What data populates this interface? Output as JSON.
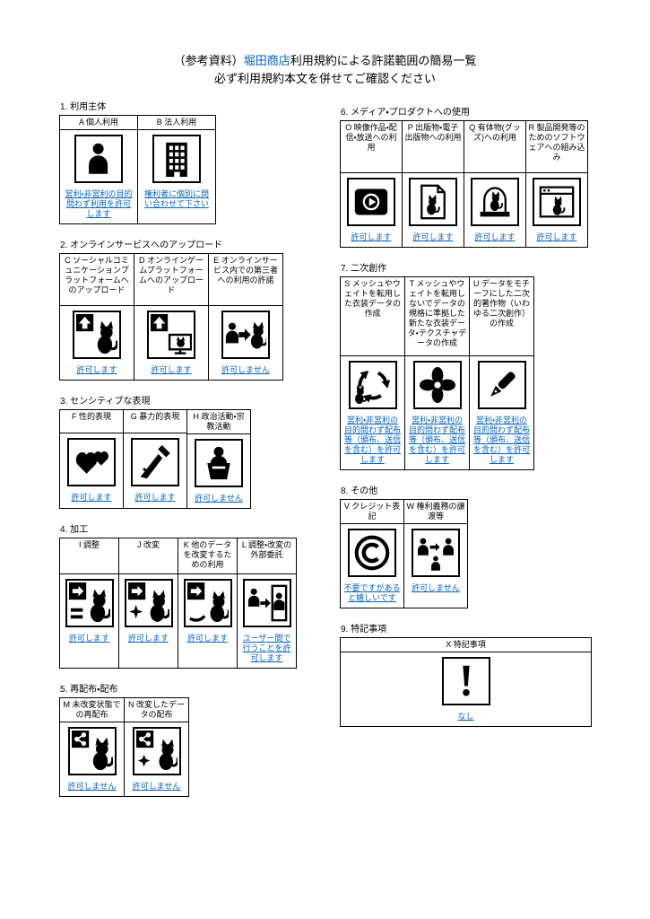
{
  "doc": {
    "title_prefix": "（参考資料）",
    "title_link": "堀田商店",
    "title_suffix": "利用規約による許諾範囲の簡易一覧",
    "subtitle": "必ず利用規約本文を併せてご確認ください"
  },
  "colors": {
    "accent_blue": "#0563C1",
    "line_black": "#000000",
    "background": "#ffffff"
  },
  "sections": [
    {
      "heading": "1. 利用主体",
      "items": [
        {
          "label": "A 個人利用",
          "icon": "person-icon",
          "status": "営利・非営利の目的問わず利用を許可します"
        },
        {
          "label": "B 法人利用",
          "icon": "building-icon",
          "status": "権利者に個別に問い合わせて下さい"
        }
      ]
    },
    {
      "heading": "2. オンラインサービスへのアップロード",
      "items": [
        {
          "label": "C ソーシャルコミュニケーションプラットフォームへのアップロード",
          "icon": "upload-social-icon",
          "status": "許可します"
        },
        {
          "label": "D オンラインゲームプラットフォームへのアップロード",
          "icon": "upload-game-icon",
          "status": "許可します"
        },
        {
          "label": "E オンラインサービス内での第三者への利用の許諾",
          "icon": "third-party-license-icon",
          "status": "許可しません"
        }
      ]
    },
    {
      "heading": "3. センシティブな表現",
      "items": [
        {
          "label": "F 性的表現",
          "icon": "hearts-icon",
          "status": "許可します"
        },
        {
          "label": "G 暴力的表現",
          "icon": "knife-icon",
          "status": "許可します"
        },
        {
          "label": "H 政治活動・宗教活動",
          "icon": "podium-icon",
          "status": "許可しません"
        }
      ]
    },
    {
      "heading": "4. 加工",
      "items": [
        {
          "label": "I 調整",
          "icon": "adjust-icon",
          "status": "許可します"
        },
        {
          "label": "J 改変",
          "icon": "modify-icon",
          "status": "許可します"
        },
        {
          "label": "K 他のデータを改変するための利用",
          "icon": "modify-other-data-icon",
          "status": "許可します"
        },
        {
          "label": "L 調整・改変の外部委託",
          "icon": "outsource-icon",
          "status": "ユーザー間で行うことを許可します"
        }
      ]
    },
    {
      "heading": "5. 再配布・配布",
      "items": [
        {
          "label": "M 未改変状態での再配布",
          "icon": "redistribute-icon",
          "status": "許可しません"
        },
        {
          "label": "N 改変したデータの配布",
          "icon": "distribute-modified-icon",
          "status": "許可しません"
        }
      ]
    },
    {
      "heading": "6. メディア・プロダクトへの使用",
      "items": [
        {
          "label": "O 映像作品・配信・放送への利用",
          "icon": "video-play-icon",
          "status": "許可します"
        },
        {
          "label": "P 出版物・電子出版物への利用",
          "icon": "publication-icon",
          "status": "許可します"
        },
        {
          "label": "Q 有体物(グッズ)への利用",
          "icon": "goods-figure-icon",
          "status": "許可します"
        },
        {
          "label": "R 製品開発等のためのソフトウェアへの組み込み",
          "icon": "software-window-icon",
          "status": "許可します"
        }
      ]
    },
    {
      "heading": "7. 二次創作",
      "items": [
        {
          "label": "S メッシュやウェイトを転用した衣装データの作成",
          "icon": "costume-reuse-recycle-icon",
          "status": "営利・非営利の目的問わず配布等（頒布、送信を含む）を許可します"
        },
        {
          "label": "T メッシュやウェイトを転用しないでデータの規格に準拠した新たな衣装データ・テクスチャデータの作成",
          "icon": "new-costume-flower-icon",
          "status": "営利・非営利の目的問わず配布等（頒布、送信を含む）を許可します"
        },
        {
          "label": "U データをモチーフにした二次的著作物（いわゆる二次創作）の作成",
          "icon": "fanart-pen-icon",
          "status": "営利・非営利の目的問わず配布等（頒布、送信を含む）を許可します"
        }
      ]
    },
    {
      "heading": "8. その他",
      "items": [
        {
          "label": "V クレジット表記",
          "icon": "copyright-icon",
          "status": "不要ですがあると嬉しいです"
        },
        {
          "label": "W 権利義務の譲渡等",
          "icon": "rights-transfer-icon",
          "status": "許可しません"
        }
      ]
    },
    {
      "heading": "9. 特記事項",
      "items": [
        {
          "label": "X 特記事項",
          "icon": "exclamation-icon",
          "status": "なし"
        }
      ]
    }
  ]
}
